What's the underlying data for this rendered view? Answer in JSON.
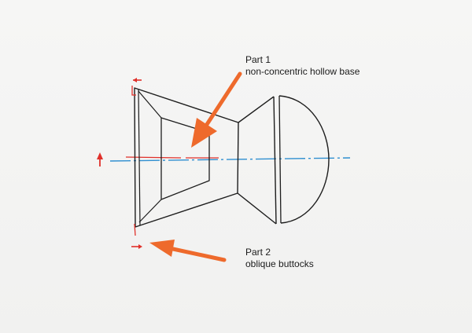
{
  "annotations": {
    "part1": {
      "title": "Part 1",
      "description": "non-concentric hollow base"
    },
    "part2": {
      "title": "Part 2",
      "description": "oblique buttocks"
    }
  },
  "colors": {
    "ink": "#1d1d1d",
    "arrow_orange": "#ee6a2c",
    "marker_red": "#e0302a",
    "axis_blue": "#2f8fd0",
    "paper": "#f4f4f3"
  },
  "icons": [
    "arrow-icon"
  ]
}
